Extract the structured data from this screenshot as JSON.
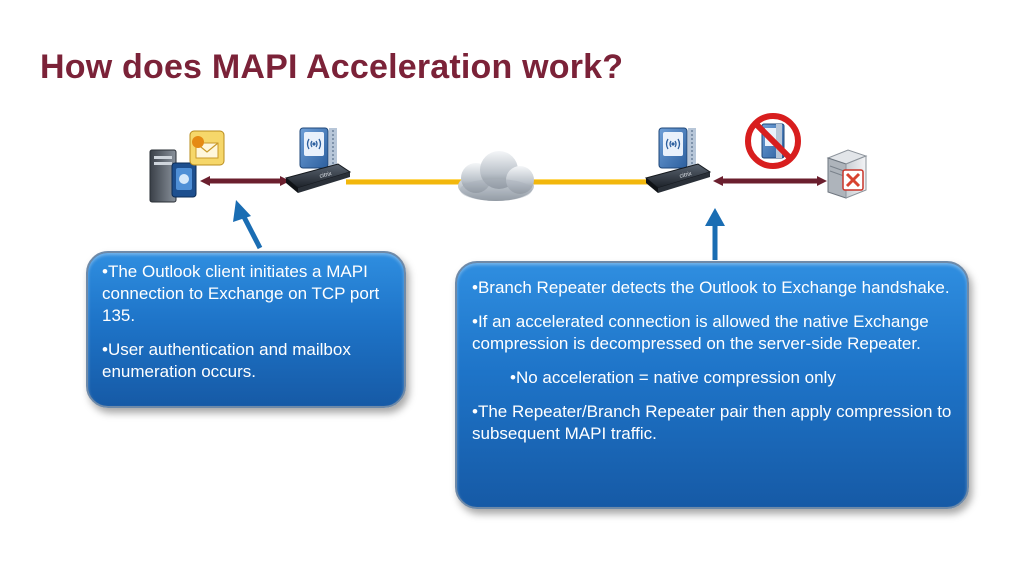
{
  "title": "How does MAPI Acceleration work?",
  "colors": {
    "title": "#7b2238",
    "bubble": "#1e74c8",
    "client_link": "#6b1f2e",
    "wan_link": "#f2b70c",
    "pointer_arrow": "#1a6db3",
    "prohibited": "#d81e1e"
  },
  "diagram": {
    "nodes": [
      {
        "name": "outlook-client",
        "icon": "workstation-with-outlook-icon"
      },
      {
        "name": "client-branch-repeater",
        "icon": "branch-repeater-appliance-icon",
        "label": "citrix"
      },
      {
        "name": "wan-cloud",
        "icon": "cloud-icon"
      },
      {
        "name": "server-side-repeater",
        "icon": "repeater-appliance-icon",
        "label": "citrix"
      },
      {
        "name": "compression-disabled",
        "icon": "no-compression-icon"
      },
      {
        "name": "exchange-server",
        "icon": "exchange-server-icon"
      }
    ]
  },
  "left_bubble": {
    "bullets": [
      "•The Outlook client initiates a MAPI connection to Exchange on TCP port 135.",
      "•User authentication and mailbox enumeration occurs."
    ]
  },
  "right_bubble": {
    "bullets": [
      "•Branch Repeater detects the Outlook to Exchange handshake.",
      "•If an accelerated connection is allowed the native Exchange compression is decompressed on the server-side Repeater.",
      "•No acceleration = native compression only",
      "•The Repeater/Branch Repeater pair then apply compression to subsequent MAPI traffic."
    ]
  }
}
